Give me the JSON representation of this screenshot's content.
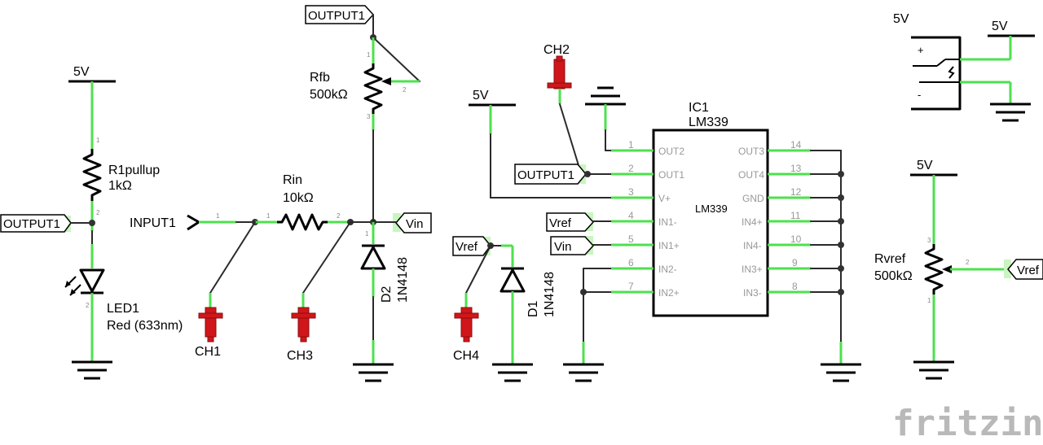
{
  "power": {
    "v5": "5V"
  },
  "led_section": {
    "resistor_name": "R1pullup",
    "resistor_value": "1kΩ",
    "output_net": "OUTPUT1",
    "led_name": "LED1",
    "led_value": "Red (633nm)"
  },
  "input_section": {
    "input_net": "INPUT1",
    "rin_name": "Rin",
    "rin_value": "10kΩ",
    "probe_ch1": "CH1",
    "probe_ch3": "CH3",
    "vin_net": "Vin",
    "d2_name": "D2",
    "d2_value": "1N4148",
    "rfb_name": "Rfb",
    "rfb_value": "500kΩ",
    "output_top_net": "OUTPUT1"
  },
  "vref_section": {
    "vref_net": "Vref",
    "probe_ch4": "CH4",
    "d1_name": "D1",
    "d1_value": "1N4148"
  },
  "chip": {
    "name": "IC1",
    "part": "LM339",
    "body_label": "LM339",
    "probe_ch2": "CH2",
    "left_pins": [
      {
        "num": "1",
        "label": "OUT2"
      },
      {
        "num": "2",
        "label": "OUT1"
      },
      {
        "num": "3",
        "label": "V+"
      },
      {
        "num": "4",
        "label": "IN1-"
      },
      {
        "num": "5",
        "label": "IN1+"
      },
      {
        "num": "6",
        "label": "IN2-"
      },
      {
        "num": "7",
        "label": "IN2+"
      }
    ],
    "right_pins": [
      {
        "num": "14",
        "label": "OUT3"
      },
      {
        "num": "13",
        "label": "OUT4"
      },
      {
        "num": "12",
        "label": "GND"
      },
      {
        "num": "11",
        "label": "IN4+"
      },
      {
        "num": "10",
        "label": "IN4-"
      },
      {
        "num": "9",
        "label": "IN3+"
      },
      {
        "num": "8",
        "label": "IN3-"
      }
    ],
    "nets": {
      "out1": "OUTPUT1",
      "in1minus": "Vref",
      "in1plus": "Vin"
    }
  },
  "rvref_section": {
    "name": "Rvref",
    "value": "500kΩ",
    "vref_net": "Vref"
  },
  "branding": {
    "logo": "fritzing"
  }
}
